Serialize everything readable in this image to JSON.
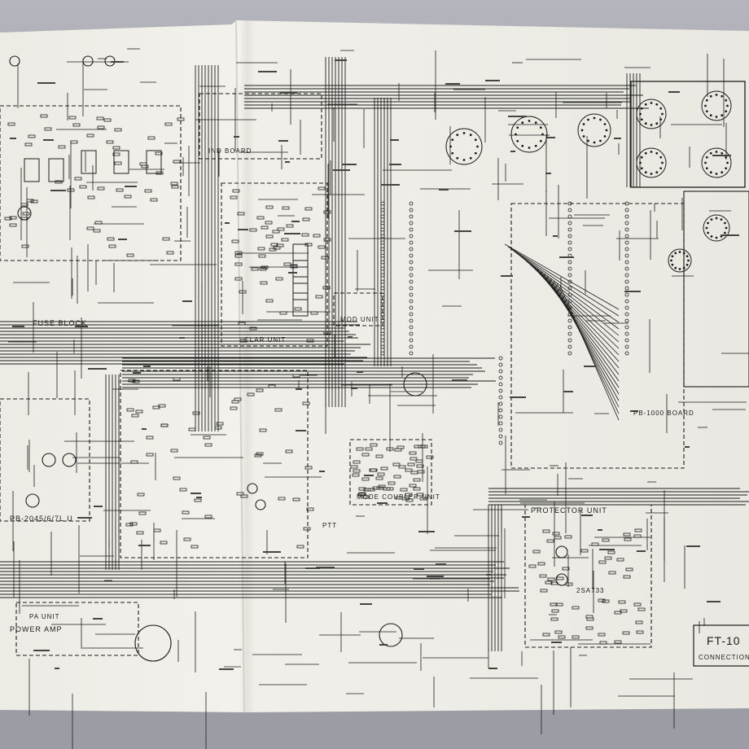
{
  "photo": {
    "colors": {
      "background": "#9a9aa2",
      "paper": "#efeee8",
      "paper_shadow": "#d8d7d0",
      "ink": "#1a1a1a"
    }
  },
  "schematic": {
    "labels": {
      "fuse_block": "FUSE BLOCK",
      "mod_unit": "MOD UNIT",
      "clar_unit": "CLAR UNIT",
      "ind_board": "IND BOARD",
      "pb_1000_board": "PB-1000 BOARD",
      "power_amp": "POWER AMP",
      "pb_2045": "PB-2045/6/7L U",
      "mode_coupler": "MODE COUPLER UNIT",
      "protector_unit": "PROTECTOR UNIT",
      "ptt": "PTT",
      "pa_unit": "PA UNIT",
      "transistor": "2SA733",
      "model_title": "FT-10",
      "subtitle": "CONNECTION DI"
    }
  }
}
